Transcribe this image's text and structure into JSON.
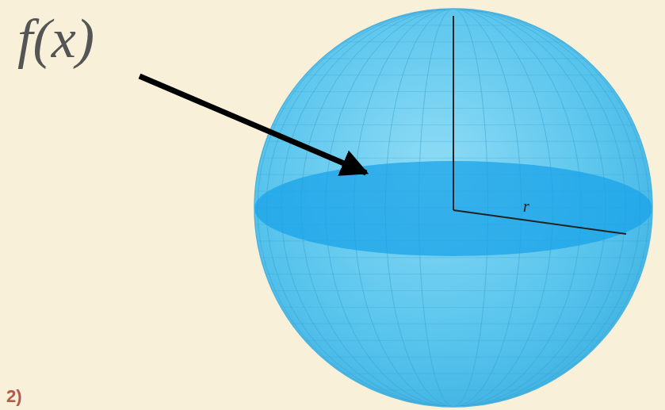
{
  "diagram": {
    "labels": [
      "f(x)",
      "r",
      "2)"
    ]
  }
}
